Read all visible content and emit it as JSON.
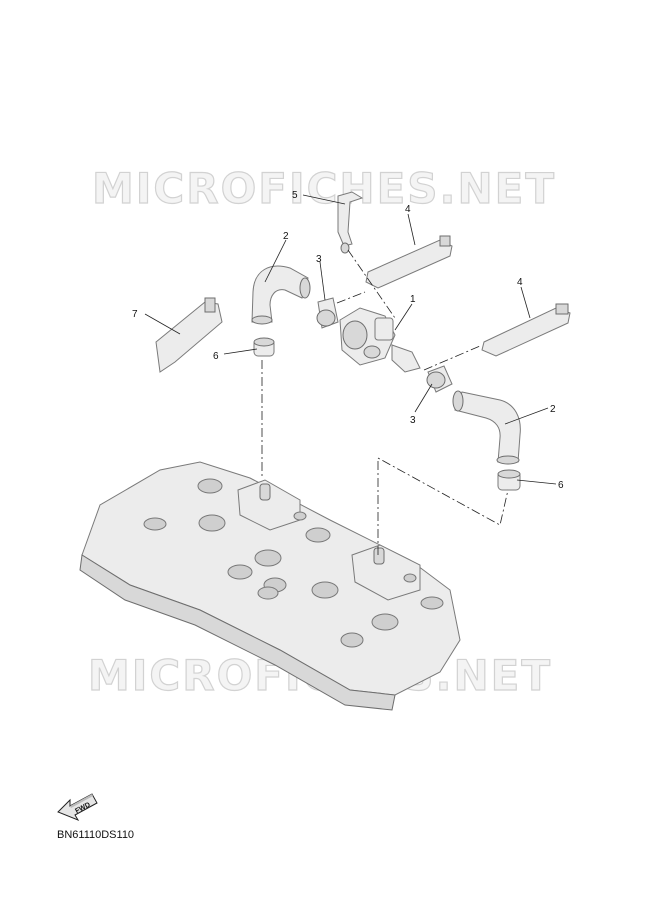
{
  "watermark": {
    "text": "MICROFICHES.NET"
  },
  "callouts": [
    {
      "id": "1",
      "label": "1"
    },
    {
      "id": "2a",
      "label": "2"
    },
    {
      "id": "2b",
      "label": "2"
    },
    {
      "id": "3a",
      "label": "3"
    },
    {
      "id": "3b",
      "label": "3"
    },
    {
      "id": "4a",
      "label": "4"
    },
    {
      "id": "4b",
      "label": "4"
    },
    {
      "id": "5",
      "label": "5"
    },
    {
      "id": "6a",
      "label": "6"
    },
    {
      "id": "6b",
      "label": "6"
    },
    {
      "id": "7",
      "label": "7"
    }
  ],
  "fwd_label": "FWD",
  "diagram_code": "BN61110DS110"
}
